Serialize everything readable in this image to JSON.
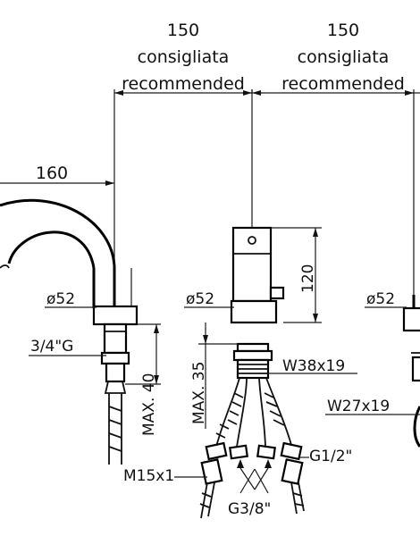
{
  "dimensions": {
    "left_spacing_value": "150",
    "left_spacing_it": "consigliata",
    "left_spacing_en": "recommended",
    "right_spacing_value": "150",
    "right_spacing_it": "consigliata",
    "right_spacing_en": "recommended",
    "spout_reach": "160",
    "handle_height": "120",
    "max_thickness_spout": "MAX. 40",
    "max_thickness_mixer": "MAX. 35"
  },
  "labels": {
    "spout_diameter": "ø52",
    "mixer_diameter": "ø52",
    "right_diameter": "ø52",
    "spout_thread": "3/4\"G",
    "mixer_nut": "W38x19",
    "right_nut": "W27x19",
    "hose_thread_m15": "M15x1",
    "hose_thread_g12": "G1/2\"",
    "hose_thread_g38": "G3/8\""
  }
}
